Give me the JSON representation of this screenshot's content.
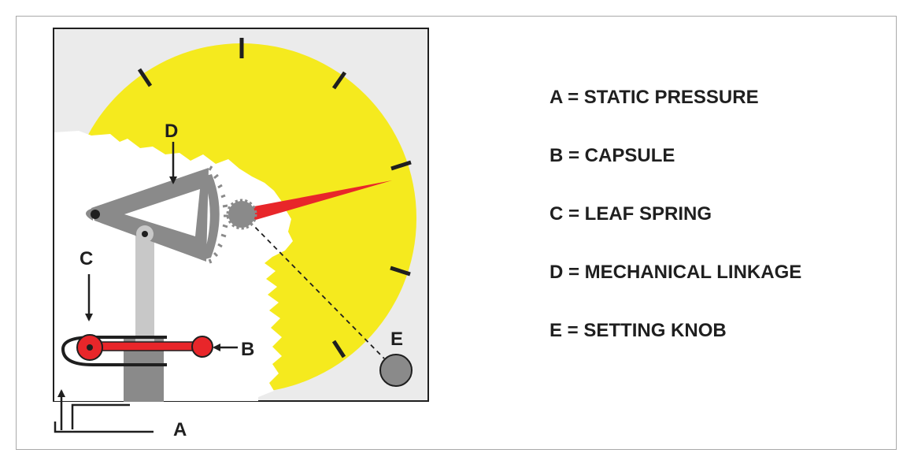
{
  "diagram": {
    "labels": {
      "a": "A",
      "b": "B",
      "c": "C",
      "d": "D",
      "e": "E"
    },
    "colors": {
      "dial_face": "#f5ea1e",
      "case_background": "#ebebeb",
      "pointer": "#e8262a",
      "capsule": "#e8262a",
      "linkage": "#8a8a8a",
      "post": "#c8c8c8",
      "base": "#8a8a8a",
      "knob": "#8a8a8a",
      "outline": "#1f1f1f"
    }
  },
  "legend": [
    {
      "text": "A = STATIC PRESSURE"
    },
    {
      "text": "B = CAPSULE"
    },
    {
      "text": "C = LEAF SPRING"
    },
    {
      "text": "D = MECHANICAL LINKAGE"
    },
    {
      "text": "E = SETTING KNOB"
    }
  ]
}
